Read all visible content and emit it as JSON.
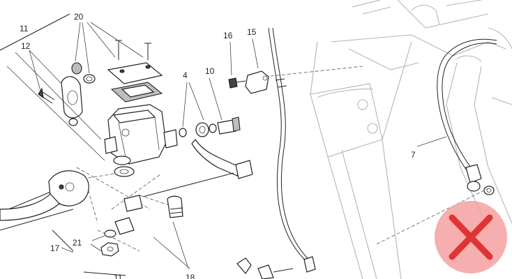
{
  "labels": {
    "l11": "11",
    "l12": "12",
    "l20": "20",
    "l16": "16",
    "l15": "15",
    "l4": "4",
    "l10": "10",
    "l7": "7",
    "l17": "17",
    "l21": "21",
    "l11b": "11",
    "l18": "18"
  },
  "overlay": {
    "icon": "close-x-icon",
    "circle_color": "#f4a0a0",
    "x_color": "#e03434"
  }
}
